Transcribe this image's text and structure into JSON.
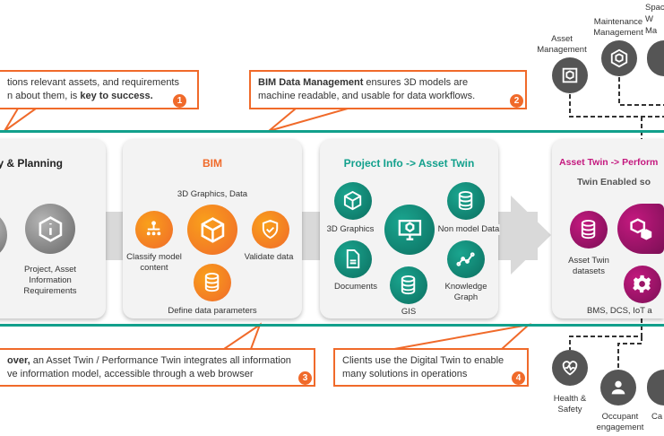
{
  "callouts": [
    {
      "id": 1,
      "text_line1": "tions relevant assets, and requirements",
      "text_line2_pre": "n about them, is ",
      "text_line2_bold": "key to success."
    },
    {
      "id": 2,
      "bold": "BIM Data Management",
      "text_rest": " ensures 3D models are",
      "text_line2": "machine readable, and usable for data workflows."
    },
    {
      "id": 3,
      "bold": "over,",
      "text_rest": " an Asset Twin / Performance Twin integrates all information",
      "text_line2": "ve information model, accessible through a web browser"
    },
    {
      "id": 4,
      "text_line1": "Clients use the Digital Twin to enable",
      "text_line2": "many solutions in operations"
    }
  ],
  "cards": [
    {
      "title": "gy & Planning",
      "items": [
        "Project, Asset Information Requirements"
      ]
    },
    {
      "title": "BIM",
      "center": "3D Graphics, Data",
      "items": [
        "Classify model content",
        "Validate data",
        "Define data parameters"
      ]
    },
    {
      "title": "Project Info -> Asset Twin",
      "items": [
        "3D Graphics",
        "Documents",
        "GIS",
        "Non model Data",
        "Knowledge Graph"
      ]
    },
    {
      "title": "Asset Twin -> Perform",
      "subtitle": "Twin Enabled so",
      "items": [
        "Asset Twin datasets",
        "BMS, DCS, IoT  a"
      ]
    }
  ],
  "top_solutions": [
    "Asset Management",
    "Maintenance Management",
    "Spac W Ma"
  ],
  "bottom_solutions": [
    "Health & Safety",
    "Occupant engagement",
    "Ca"
  ],
  "colors": {
    "accent_orange": "#f06a2a",
    "teal": "#12a08c",
    "magenta": "#c4197f",
    "gray": "#555555"
  }
}
